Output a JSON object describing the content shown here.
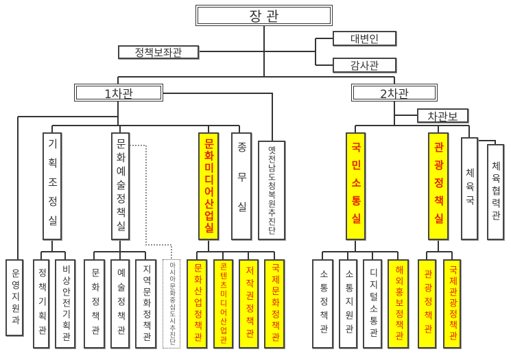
{
  "colors": {
    "highlight_fill": "#ffff00",
    "highlight_text": "#e02000",
    "line": "#333333"
  },
  "minister": {
    "label": "장 관"
  },
  "aides": {
    "policy_advisor": "정책보좌관",
    "spokesperson": "대변인",
    "inspector": "감사관"
  },
  "vice1": {
    "label": "1차관"
  },
  "vice2": {
    "label": "2차관",
    "assistant": "차관보"
  },
  "vice1_offices": [
    {
      "label": "기획조정실",
      "highlighted": false
    },
    {
      "label": "문화예술정책실",
      "highlighted": false
    },
    {
      "label": "문화미디어산업실",
      "highlighted": true
    },
    {
      "label": "종무실",
      "highlighted": false
    },
    {
      "label": "옛전남도청복원추진단",
      "highlighted": false
    }
  ],
  "vice2_offices": [
    {
      "label": "국민소통실",
      "highlighted": true
    },
    {
      "label": "관광정책실",
      "highlighted": true
    },
    {
      "label": "체육국",
      "highlighted": false
    },
    {
      "label": "체육협력관",
      "highlighted": false
    }
  ],
  "vice1_bureaus": [
    {
      "label": "운영지원과",
      "highlighted": false
    },
    {
      "label": "정책기획관",
      "highlighted": false
    },
    {
      "label": "비상안전기획관",
      "highlighted": false
    },
    {
      "label": "문화정책관",
      "highlighted": false
    },
    {
      "label": "예술정책관",
      "highlighted": false
    },
    {
      "label": "지역문화정책관",
      "highlighted": false
    },
    {
      "label": "아시아문화중심도시추진단",
      "highlighted": false
    },
    {
      "label": "문화산업정책관",
      "highlighted": true
    },
    {
      "label": "콘텐츠미디어산업관",
      "highlighted": true
    },
    {
      "label": "저작권정책관",
      "highlighted": true
    },
    {
      "label": "국제문화정책관",
      "highlighted": true
    }
  ],
  "vice2_bureaus": [
    {
      "label": "소통정책관",
      "highlighted": false
    },
    {
      "label": "소통지원관",
      "highlighted": false
    },
    {
      "label": "디지털소통관",
      "highlighted": false
    },
    {
      "label": "해외홍보정책관",
      "highlighted": true
    },
    {
      "label": "관광정책관",
      "highlighted": true
    },
    {
      "label": "국제관광정책관",
      "highlighted": true
    }
  ]
}
